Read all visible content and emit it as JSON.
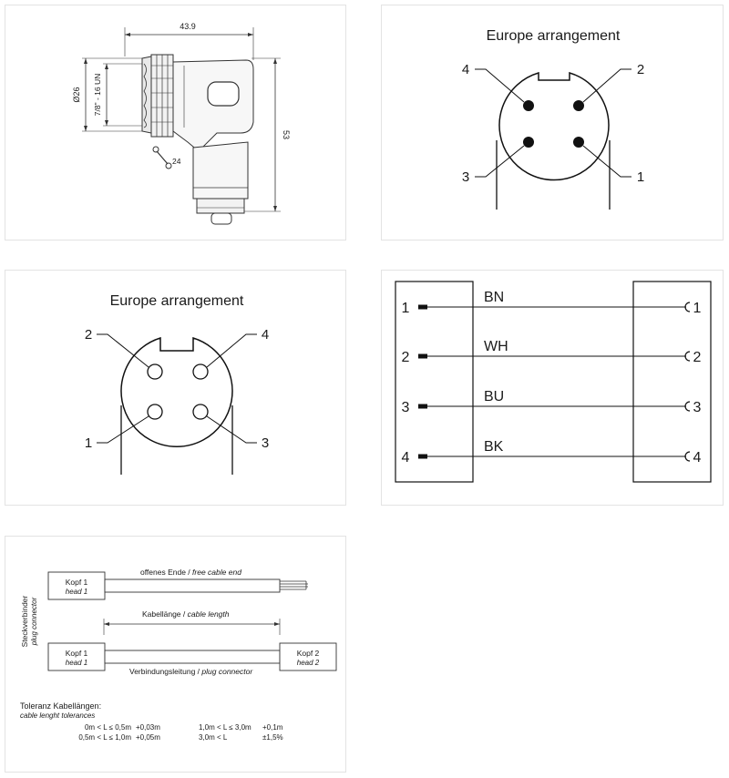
{
  "mechanical": {
    "width_dim": "43.9",
    "diameter_dim": "Ø26",
    "thread_dim": "7/8\" - 16 UN",
    "height_dim": "53",
    "wrench_dim": "24"
  },
  "male_arrangement": {
    "title": "Europe arrangement",
    "pins": [
      "4",
      "2",
      "3",
      "1"
    ]
  },
  "female_arrangement": {
    "title": "Europe arrangement",
    "pins": [
      "2",
      "4",
      "1",
      "3"
    ]
  },
  "wiring": {
    "rows": [
      {
        "left": "1",
        "color": "BN",
        "right": "1"
      },
      {
        "left": "2",
        "color": "WH",
        "right": "2"
      },
      {
        "left": "3",
        "color": "BU",
        "right": "3"
      },
      {
        "left": "4",
        "color": "BK",
        "right": "4"
      }
    ]
  },
  "cable": {
    "side_label": "Steckverbinder",
    "side_label_en": "plug connector",
    "head1_de": "Kopf 1",
    "head1_en": "head 1",
    "head2_de": "Kopf 2",
    "head2_en": "head 2",
    "free_end_de": "offenes Ende /",
    "free_end_en": "free cable end",
    "length_de": "Kabellänge /",
    "length_en": "cable length",
    "connector_de": "Verbindungsleitung /",
    "connector_en": "plug connector",
    "tol_title": "Toleranz Kabellängen:",
    "tol_subtitle": "cable lenght tolerances",
    "tolerances": [
      {
        "range": "0m < L ≤ 0,5m",
        "value": "+0,03m"
      },
      {
        "range": "0,5m < L ≤ 1,0m",
        "value": "+0,05m"
      },
      {
        "range": "1,0m < L ≤ 3,0m",
        "value": "+0,1m"
      },
      {
        "range": "3,0m < L",
        "value": "±1,5%"
      }
    ]
  }
}
